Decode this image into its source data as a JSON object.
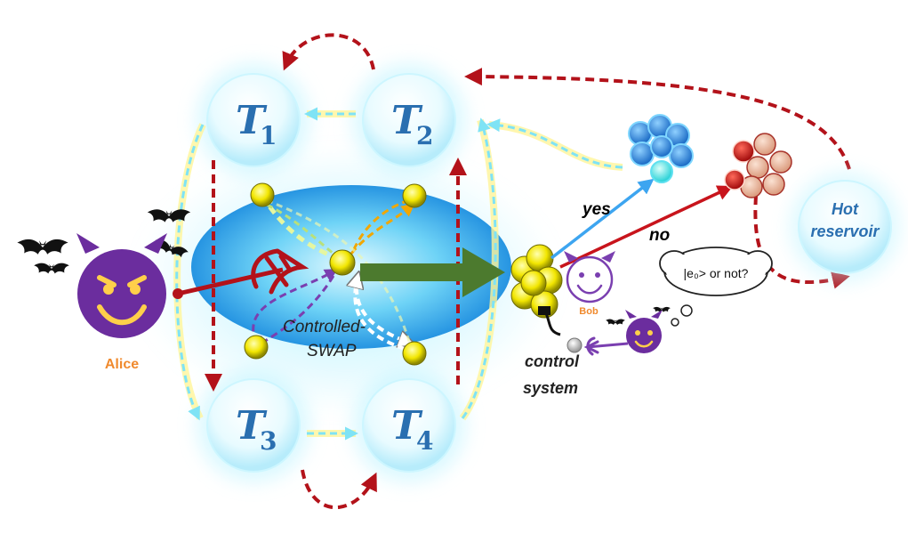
{
  "thermal_states": [
    {
      "id": "t1",
      "letter": "T",
      "sub": "1"
    },
    {
      "id": "t2",
      "letter": "T",
      "sub": "2"
    },
    {
      "id": "t3",
      "letter": "T",
      "sub": "3"
    },
    {
      "id": "t4",
      "letter": "T",
      "sub": "4"
    }
  ],
  "swap_label": {
    "line1": "Controlled-",
    "line2": "SWAP"
  },
  "alice_label": "Alice",
  "bob_label": "Bob",
  "yes_label": "yes",
  "no_label": "no",
  "control_label": {
    "line1": "control",
    "line2": "system"
  },
  "thought_text": "|e₀> or not?",
  "hot_reservoir": {
    "line1": "Hot",
    "line2": "reservoir"
  },
  "colors": {
    "dashed_red": "#b3121a",
    "dashed_cyan": "#7fe3f5",
    "blue_cluster": "#2f8fe0",
    "red_cluster": "#d9261c",
    "yellow_qubit": "#f2e600",
    "devil_purple": "#6b2d9e",
    "big_arrow": "#4c7a2e"
  }
}
